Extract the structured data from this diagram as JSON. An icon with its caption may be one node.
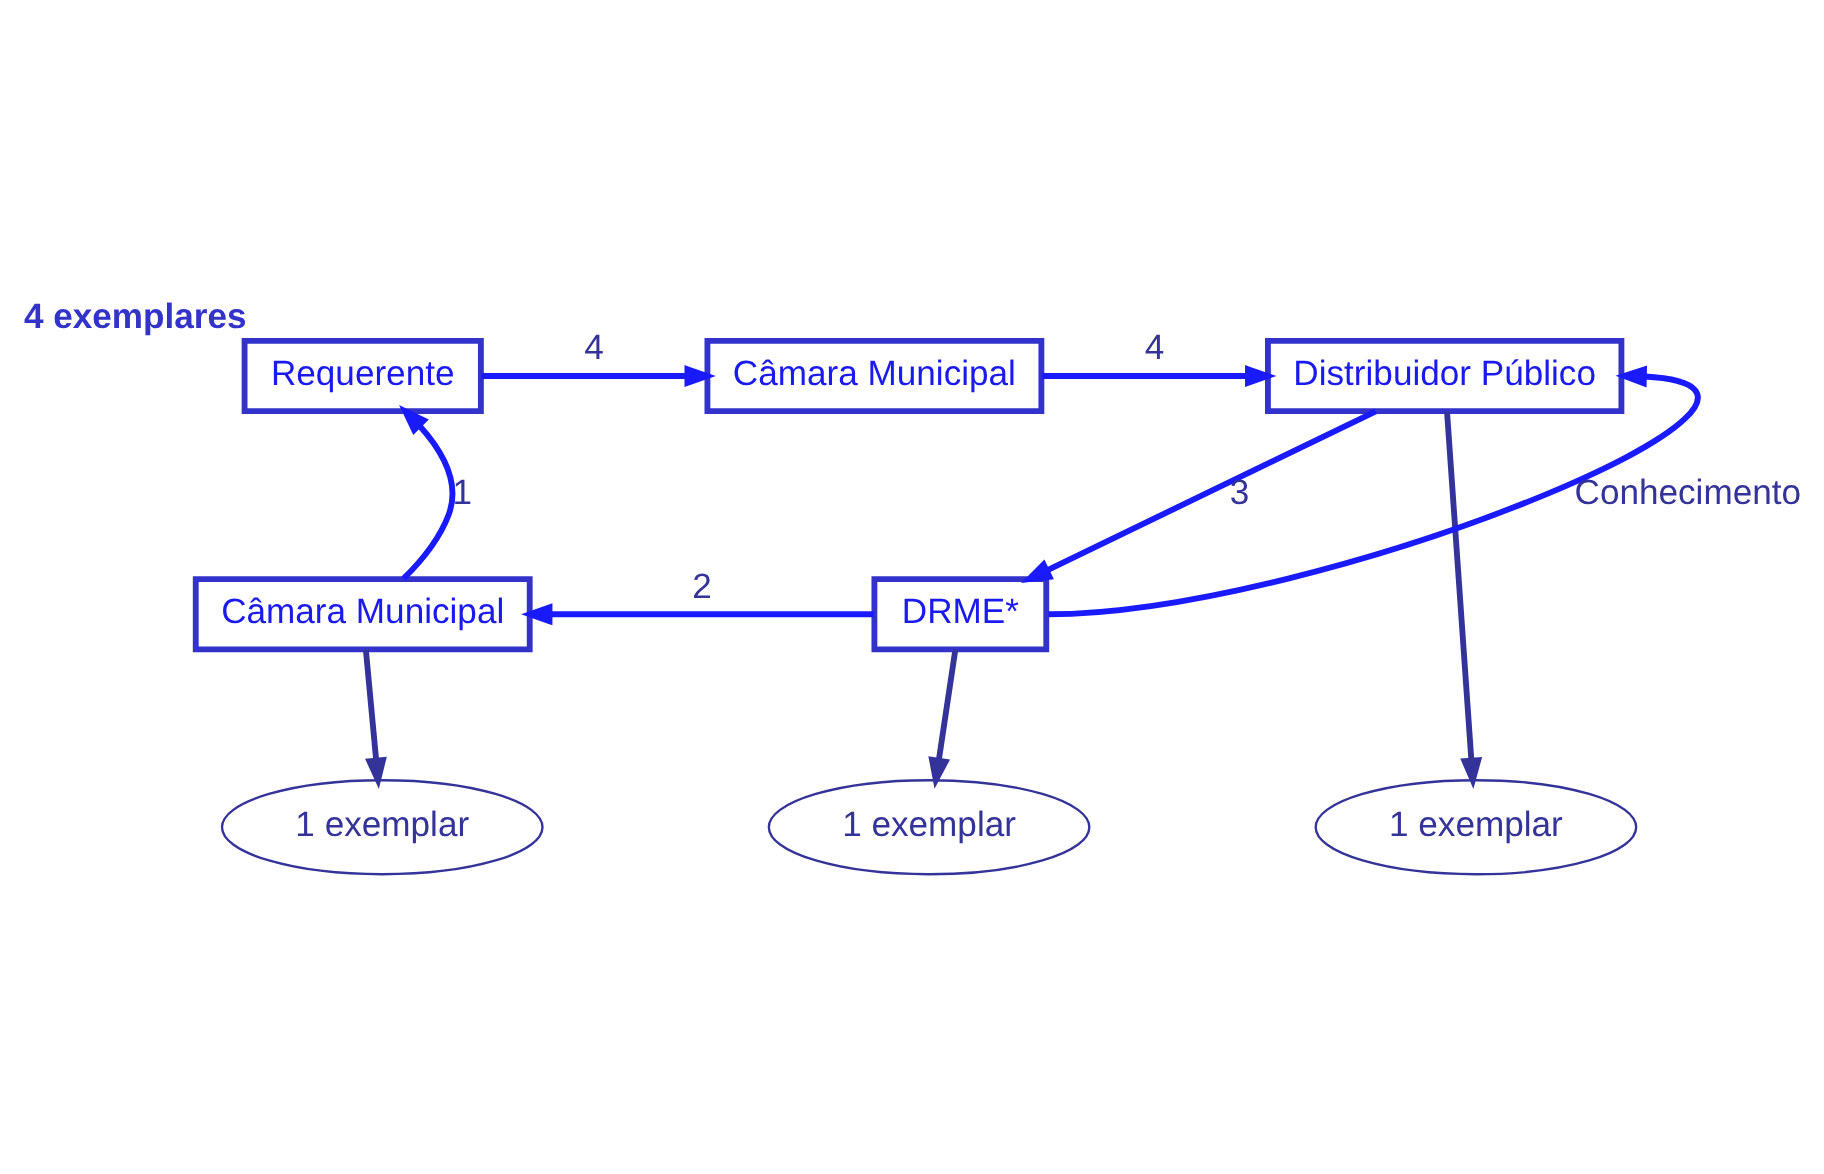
{
  "diagram": {
    "nodes": [
      {
        "text": [
          "Requerente"
        ],
        "beside": [
          "4 exemplares"
        ]
      },
      {
        "text": [
          "Câmara Municipal"
        ]
      },
      {
        "text": [
          "Distribuidor Público"
        ]
      },
      {
        "text": [
          "1 exemplar"
        ]
      },
      {
        "text": [
          "DRME*"
        ]
      },
      {
        "text": [
          "Câmara Municipal"
        ]
      },
      {
        "text": [
          "1 exemplar"
        ]
      },
      {
        "text": [
          "1 exemplar"
        ]
      }
    ],
    "edges": [
      {
        "from": 0,
        "to": 1,
        "arrow": "to",
        "label": "4"
      },
      {
        "from": 1,
        "to": 2,
        "arrow": "to",
        "label": "4"
      },
      {
        "from": 2,
        "to": 3,
        "arrow": "to",
        "color": "#333399"
      },
      {
        "from": 2,
        "to": 4,
        "arrow": "to",
        "label": "3"
      },
      {
        "from": 4,
        "to": 5,
        "arrow": "to",
        "label": "2"
      },
      {
        "from": 5,
        "to": 0,
        "arrow": "to",
        "label": "1"
      },
      {
        "from": 4,
        "to": 2,
        "arrow": "to",
        "label": "Conhecimento"
      },
      {
        "from": 5,
        "to": 6,
        "arrow": "to",
        "color": "#333399"
      },
      {
        "from": 4,
        "to": 7,
        "arrow": "to",
        "color": "#333399"
      }
    ]
  }
}
